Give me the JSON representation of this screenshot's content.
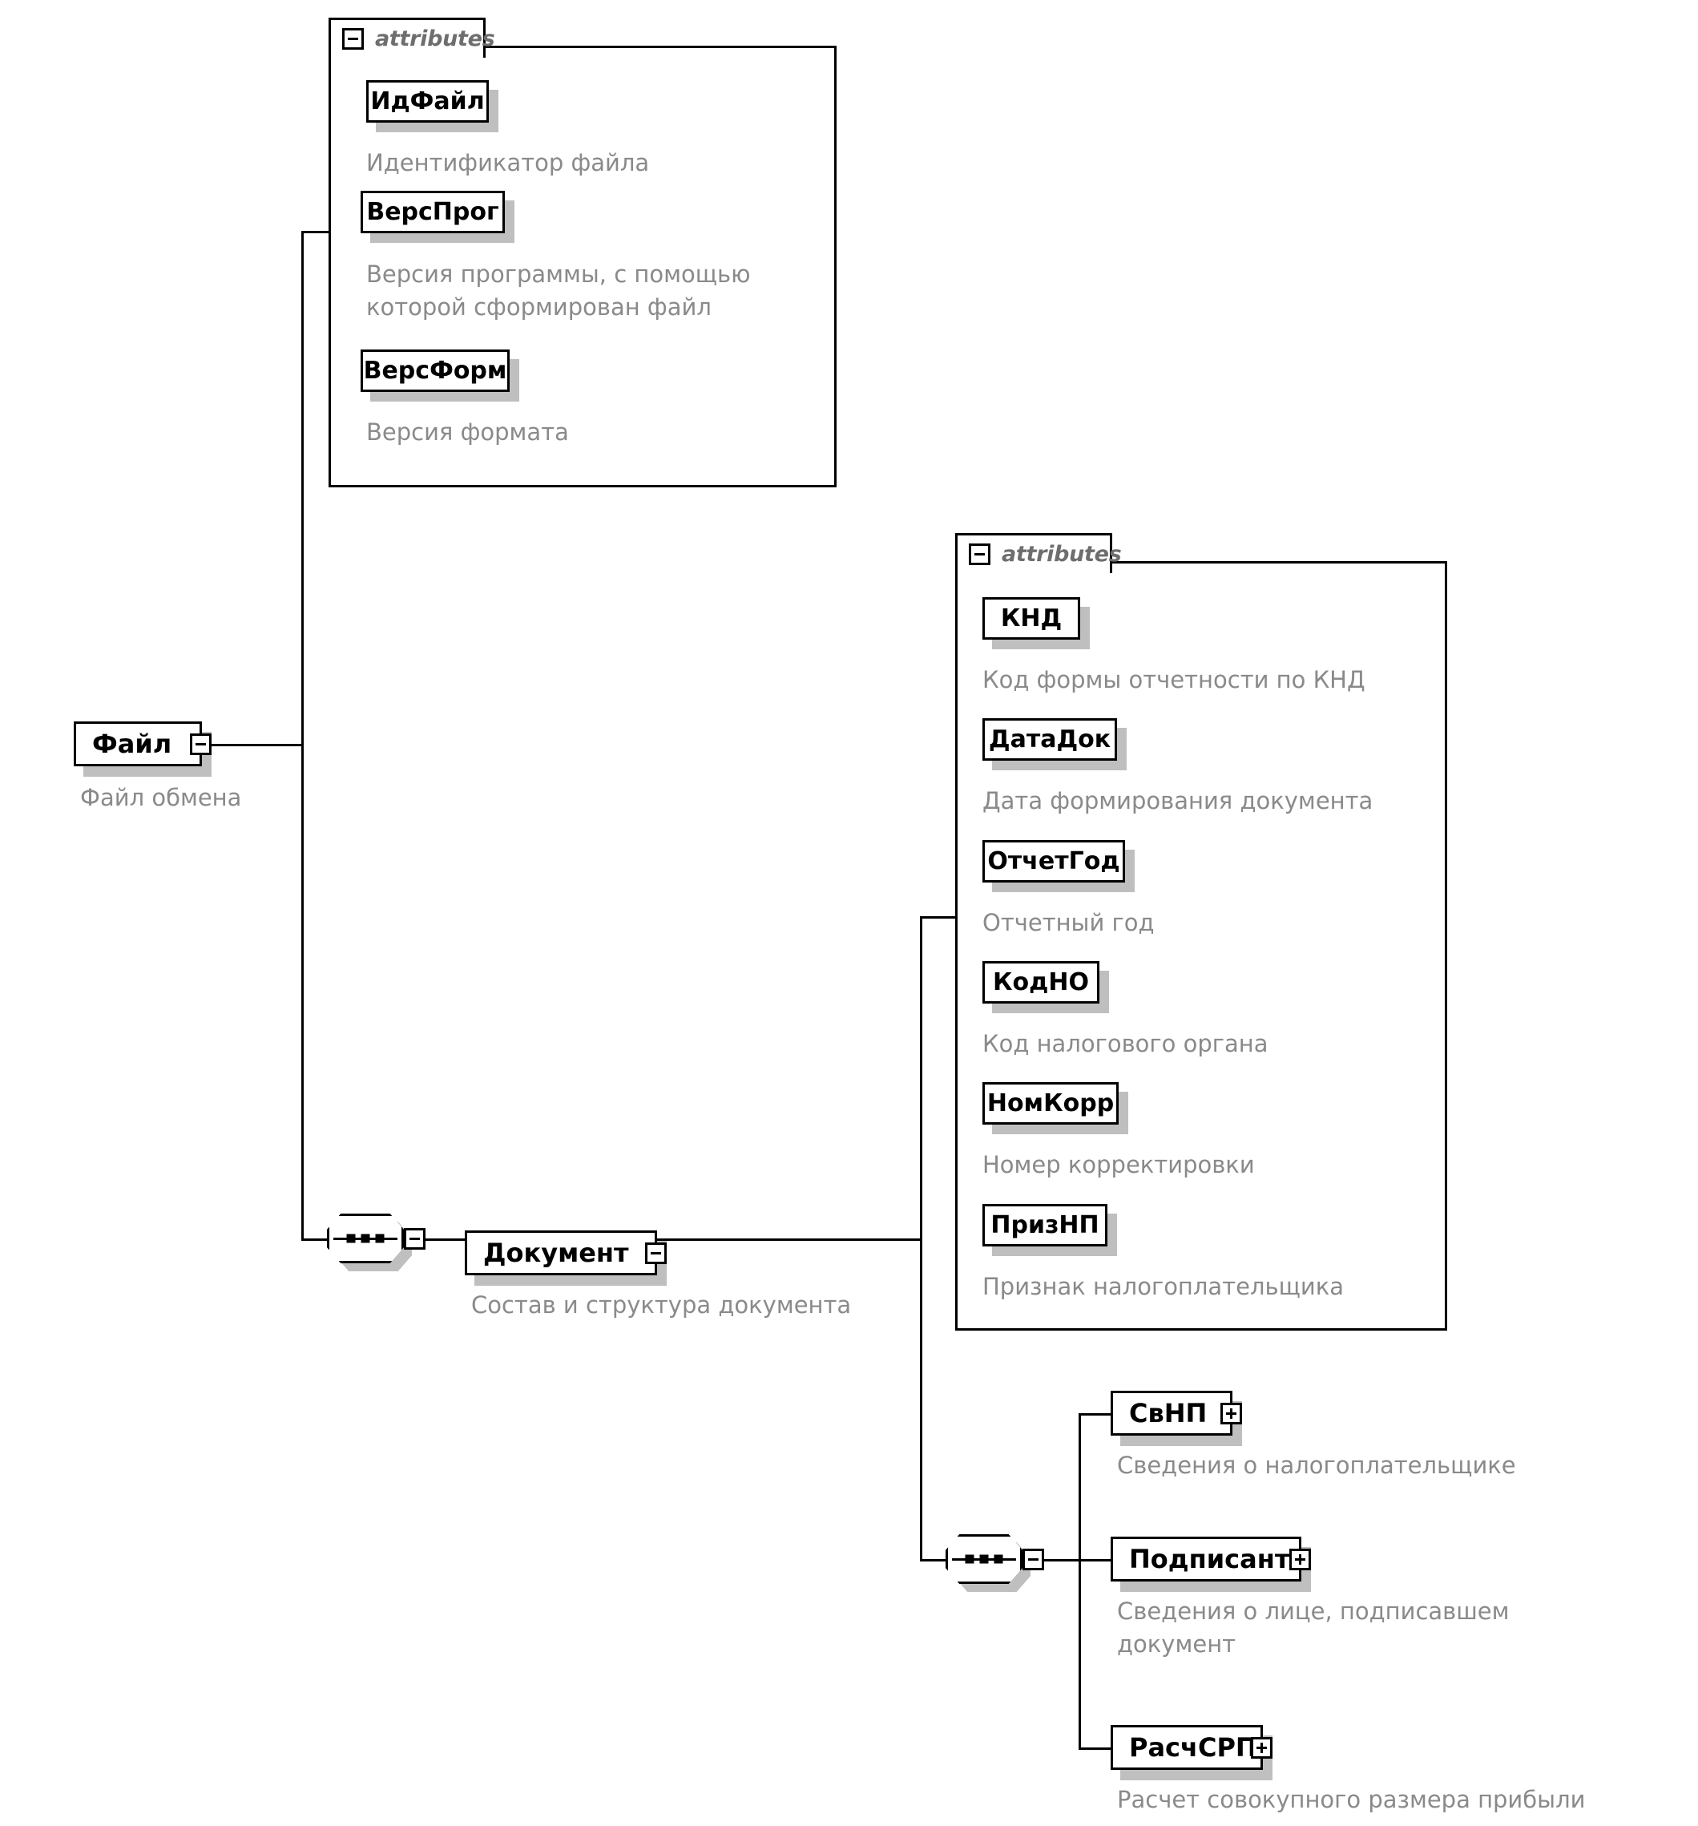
{
  "diagram": {
    "title": "XML Schema diagram",
    "colors": {
      "stroke": "#000000",
      "annotation_text": "#8a8a8a",
      "tab_label": "#6e6e6e",
      "shadow": "#bfbfbf",
      "background": "#ffffff"
    },
    "root": {
      "name": "Файл",
      "annotation": "Файл обмена",
      "toggle": "minus",
      "toggle_icon": "collapse-minus-icon"
    },
    "file_attributes": {
      "tab_label": "attributes",
      "toggle": "minus",
      "toggle_icon": "collapse-minus-icon",
      "items": [
        {
          "name": "ИдФайл",
          "annotation": "Идентификатор файла"
        },
        {
          "name": "ВерсПрог",
          "annotation": "Версия программы, с помощью\nкоторой сформирован файл"
        },
        {
          "name": "ВерсФорм",
          "annotation": "Версия формата"
        }
      ]
    },
    "document": {
      "name": "Документ",
      "annotation": "Состав и структура документа",
      "toggle": "minus",
      "toggle_icon": "collapse-minus-icon",
      "sequence_icon": "sequence-connector-icon"
    },
    "document_attributes": {
      "tab_label": "attributes",
      "toggle": "minus",
      "toggle_icon": "collapse-minus-icon",
      "items": [
        {
          "name": "КНД",
          "annotation": "Код формы отчетности по КНД"
        },
        {
          "name": "ДатаДок",
          "annotation": "Дата формирования документа"
        },
        {
          "name": "ОтчетГод",
          "annotation": "Отчетный год"
        },
        {
          "name": "КодНО",
          "annotation": "Код налогового органа"
        },
        {
          "name": "НомКорр",
          "annotation": "Номер корректировки"
        },
        {
          "name": "ПризНП",
          "annotation": "Признак налогоплательщика"
        }
      ]
    },
    "document_children": {
      "sequence_icon": "sequence-connector-icon",
      "sequence_toggle": "minus",
      "items": [
        {
          "name": "СвНП",
          "annotation": "Сведения о налогоплательщике",
          "toggle": "plus",
          "toggle_icon": "expand-plus-icon"
        },
        {
          "name": "Подписант",
          "annotation": "Сведения о лице, подписавшем\nдокумент",
          "toggle": "plus",
          "toggle_icon": "expand-plus-icon"
        },
        {
          "name": "РасчСРП",
          "annotation": "Расчет совокупного размера прибыли",
          "toggle": "plus",
          "toggle_icon": "expand-plus-icon"
        }
      ]
    }
  }
}
